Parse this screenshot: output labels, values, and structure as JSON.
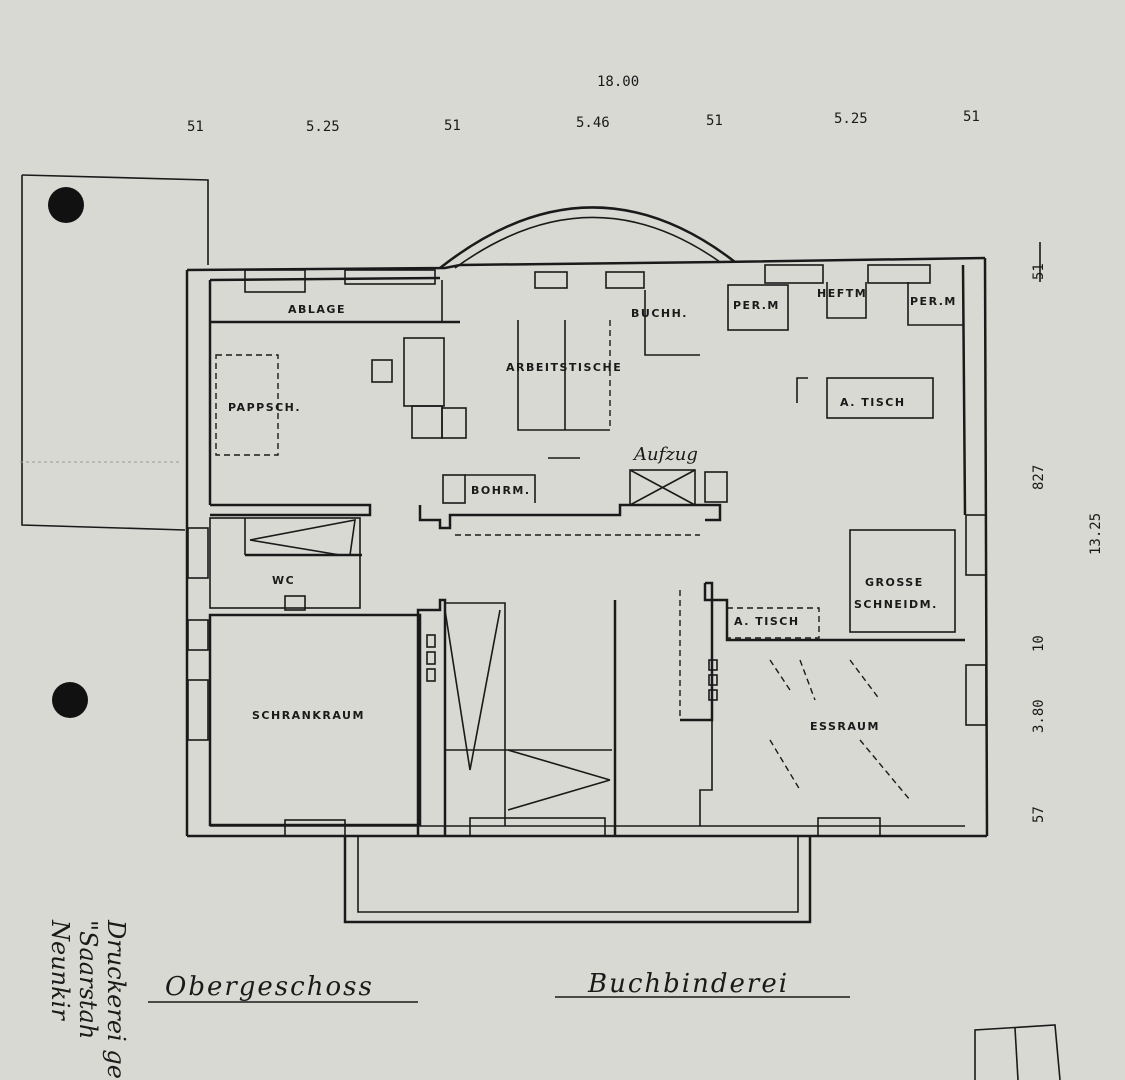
{
  "drawing": {
    "title_handwritten": "Obergeschoss",
    "subtitle_handwritten": "Buchbinderei",
    "margin_note_lines": [
      "Druckerei ge",
      "\"Saarstah",
      "Neunkir"
    ],
    "annotation_handwritten": "Aufzug"
  },
  "dimensions": {
    "top_total": "18.00",
    "top_segments": [
      "51",
      "5.25",
      "51",
      "5.46",
      "51",
      "5.25",
      "51"
    ],
    "right_total": "13.25",
    "right_segments": [
      "51",
      "827",
      "10",
      "3.80",
      "57"
    ]
  },
  "rooms": {
    "ablage": "ABLAGE",
    "arbeitstische": "ARBEITSTISCHE",
    "buchh": "BUCHH.",
    "per_m_1": "PER.M",
    "heftm": "HEFTM",
    "per_m_2": "PER.M",
    "pappsch": "PAPPSCH.",
    "a_tisch_1": "A. TISCH",
    "bohrm": "BOHRM.",
    "wc": "WC",
    "grosse_schneidm_1": "GROSSE",
    "grosse_schneidm_2": "SCHNEIDM.",
    "a_tisch_2": "A. TISCH",
    "schrankraum": "SCHRANKRAUM",
    "essraum": "ESSRAUM"
  },
  "colors": {
    "paper": "#d9d9d4",
    "ink": "#1a1a1a"
  }
}
